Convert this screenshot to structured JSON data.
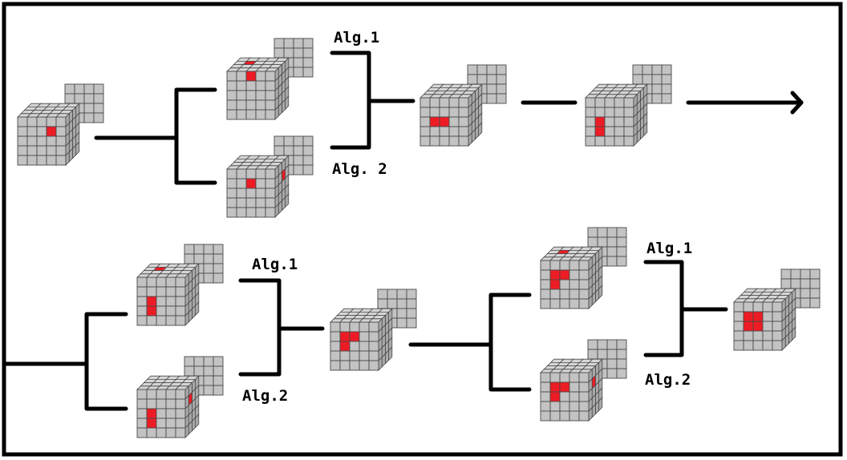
{
  "labels": {
    "top_alg1": "Alg.1",
    "top_alg2": "Alg. 2",
    "bottom_left_alg1": "Alg.1",
    "bottom_left_alg2": "Alg.2",
    "bottom_right_alg1": "Alg.1",
    "bottom_right_alg2": "Alg.2"
  },
  "colors": {
    "cell": "#c3c3c3",
    "cell_top": "#d6d6d6",
    "cell_side": "#a9a9a9",
    "grid_line": "#4a4a4a",
    "highlight": "#ed1c24",
    "line": "#000000",
    "frame": "#000000"
  },
  "cubes": [
    {
      "name": "cube-start",
      "front": [
        [
          3,
          1
        ]
      ],
      "top": [],
      "side": []
    },
    {
      "name": "cube-top-alg1",
      "front": [
        [
          2,
          0
        ]
      ],
      "top": [
        [
          1,
          2
        ]
      ],
      "side": []
    },
    {
      "name": "cube-top-alg2",
      "front": [
        [
          2,
          1
        ]
      ],
      "top": [],
      "side": [
        [
          2,
          1
        ]
      ]
    },
    {
      "name": "cube-top-merged",
      "front": [
        [
          1,
          2
        ],
        [
          2,
          2
        ]
      ],
      "top": [],
      "side": []
    },
    {
      "name": "cube-top-next",
      "front": [
        [
          1,
          2
        ],
        [
          1,
          3
        ]
      ],
      "top": [],
      "side": []
    },
    {
      "name": "cube-bl-alg1",
      "front": [
        [
          1,
          2
        ],
        [
          1,
          3
        ]
      ],
      "top": [
        [
          1,
          2
        ]
      ],
      "side": []
    },
    {
      "name": "cube-bl-alg2",
      "front": [
        [
          1,
          2
        ],
        [
          1,
          3
        ]
      ],
      "top": [],
      "side": [
        [
          1,
          1
        ]
      ]
    },
    {
      "name": "cube-bottom-merged",
      "front": [
        [
          1,
          1
        ],
        [
          2,
          1
        ],
        [
          1,
          2
        ]
      ],
      "top": [],
      "side": []
    },
    {
      "name": "cube-br-alg1",
      "front": [
        [
          1,
          1
        ],
        [
          2,
          1
        ],
        [
          1,
          2
        ]
      ],
      "top": [
        [
          1,
          2
        ]
      ],
      "side": []
    },
    {
      "name": "cube-br-alg2",
      "front": [
        [
          1,
          1
        ],
        [
          2,
          1
        ],
        [
          1,
          2
        ]
      ],
      "top": [],
      "side": [
        [
          1,
          1
        ]
      ]
    },
    {
      "name": "cube-final",
      "front": [
        [
          1,
          1
        ],
        [
          2,
          1
        ],
        [
          1,
          2
        ],
        [
          2,
          2
        ]
      ],
      "top": [],
      "side": []
    }
  ]
}
